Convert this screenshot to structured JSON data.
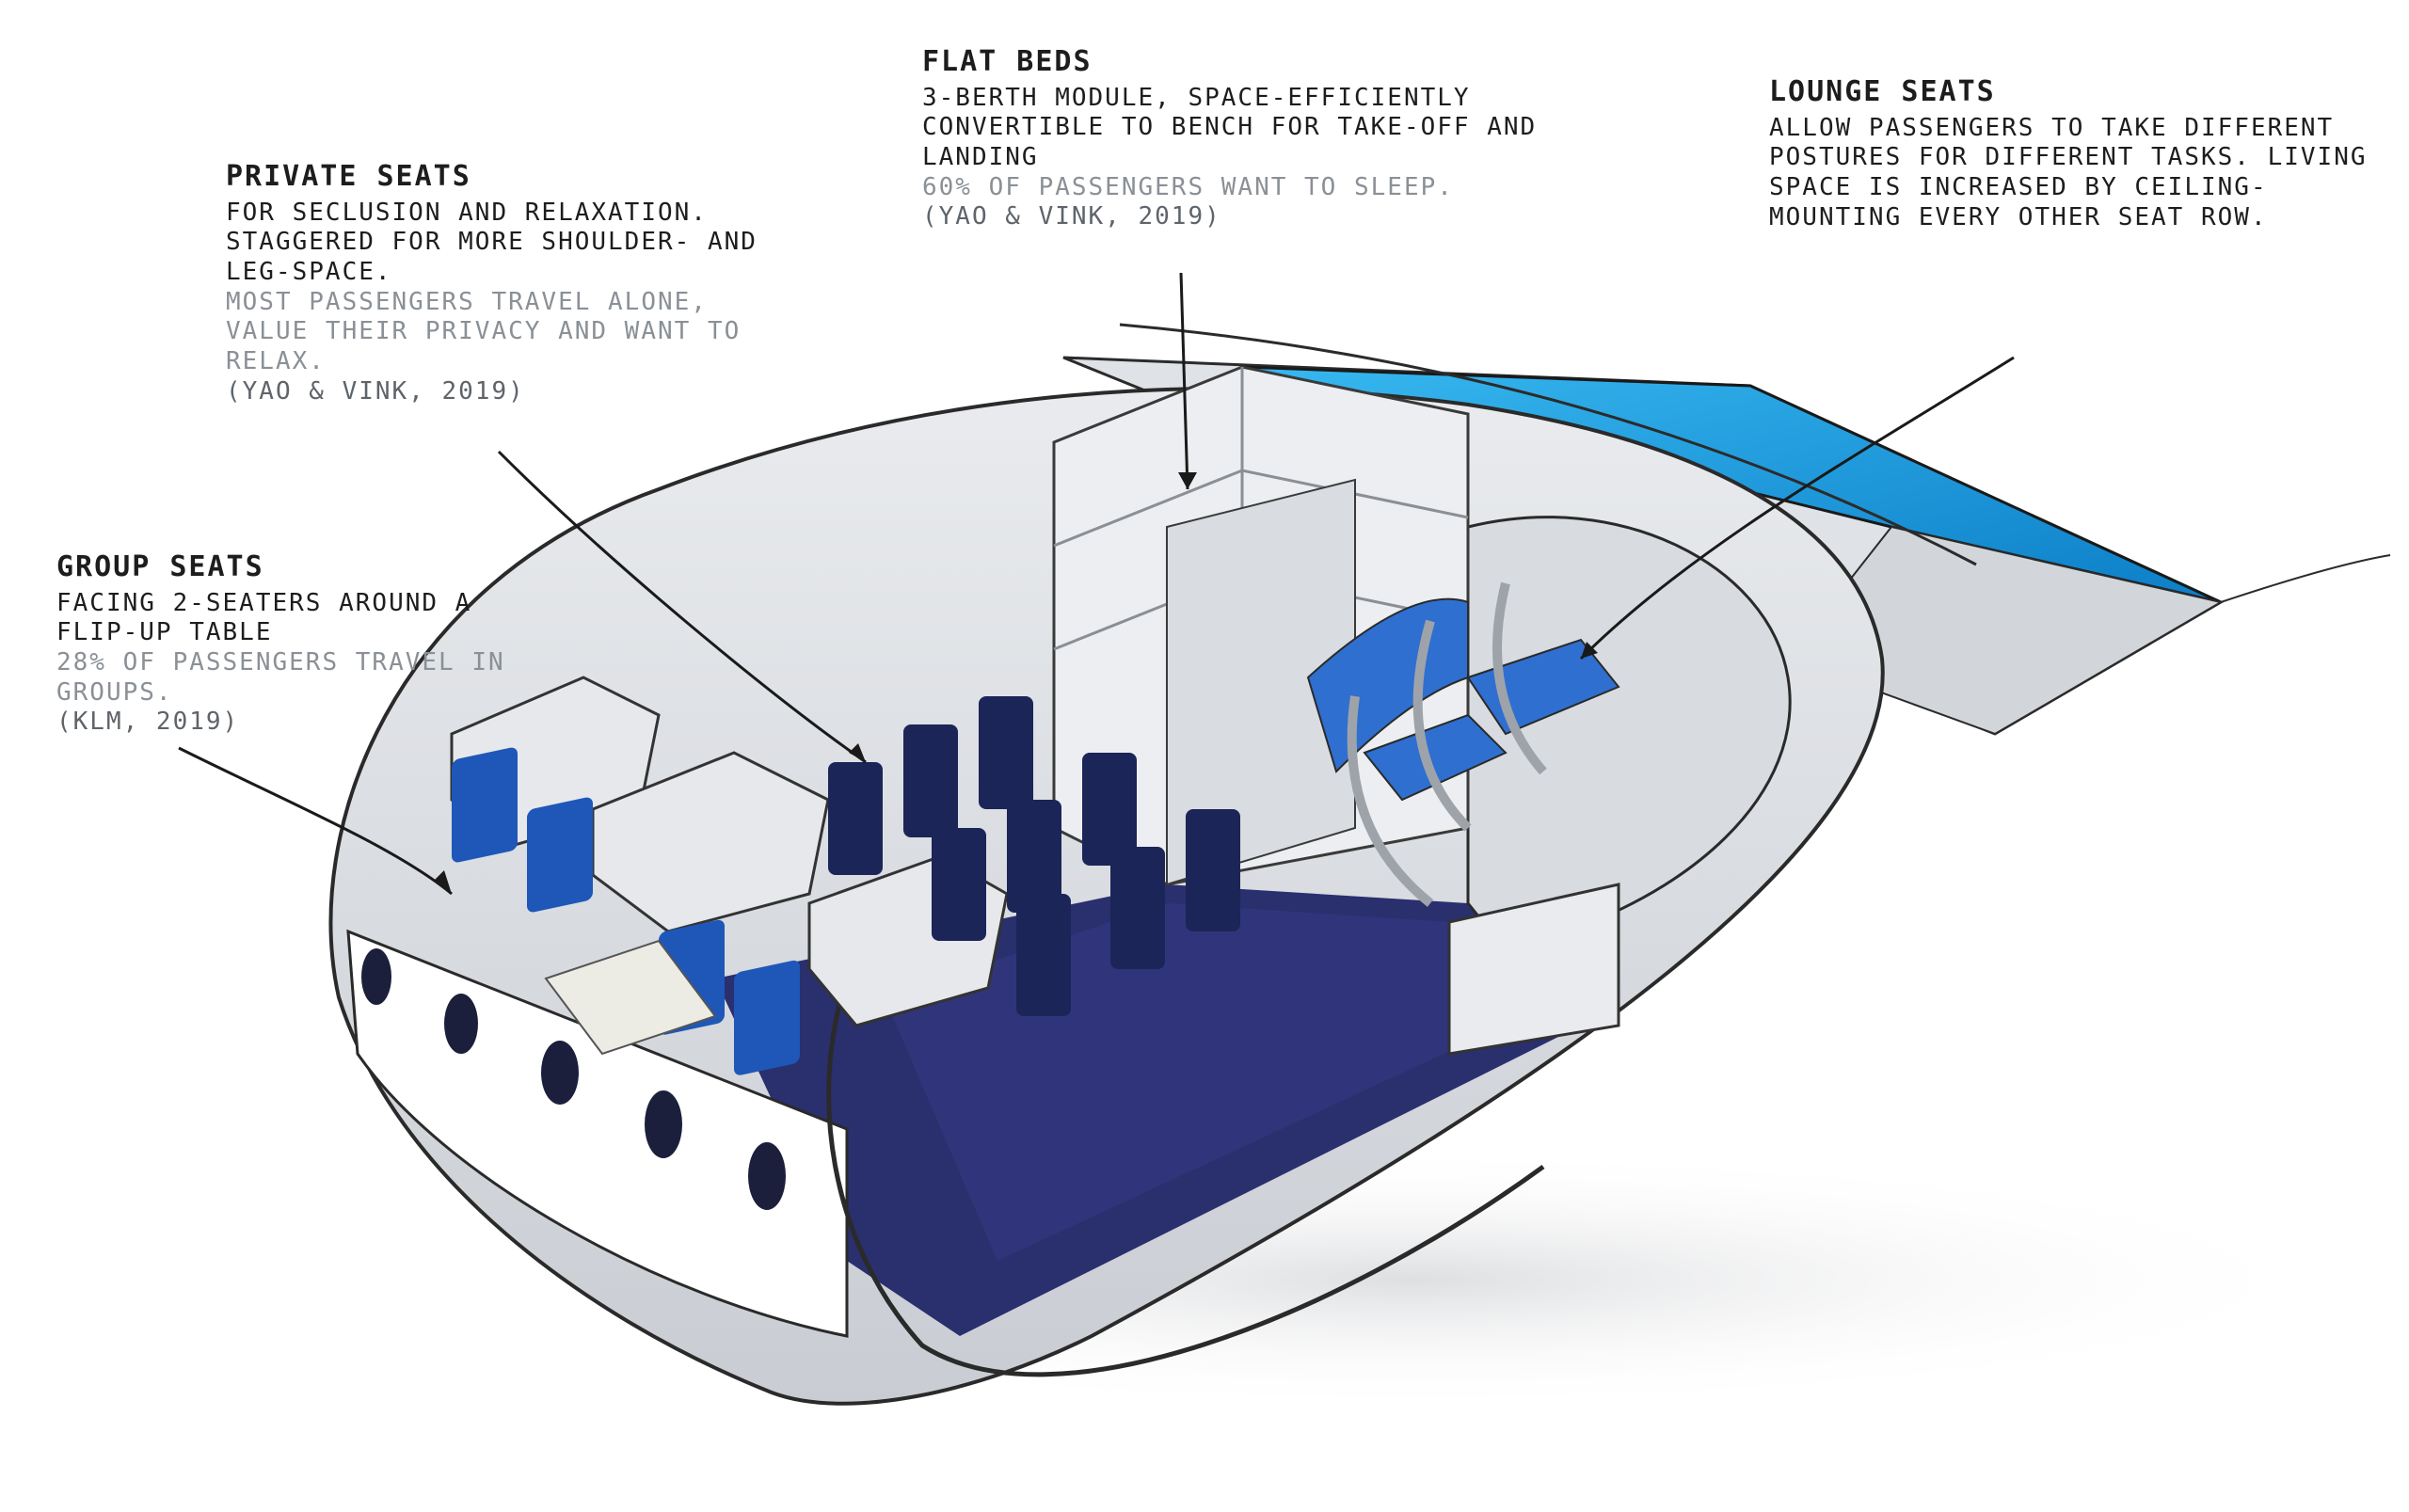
{
  "callouts": {
    "group": {
      "title": "Group seats",
      "body": "Facing 2-seaters around a flip-up table",
      "study": "28% of passengers travel in groups.",
      "cite": "(KLM, 2019)"
    },
    "private": {
      "title": "Private seats",
      "body": "For seclusion and relaxation. Staggered for more shoulder- and leg-space.",
      "study": "Most passengers travel alone, value their privacy and want to relax.",
      "cite": "(Yao & Vink, 2019)"
    },
    "flatbeds": {
      "title": "Flat beds",
      "body": "3-berth module, space-efficiently convertible to bench for take-off and landing",
      "study": "60% of passengers want to sleep.",
      "cite": "(Yao & Vink, 2019)"
    },
    "lounge": {
      "title": "Lounge seats",
      "body": "Allow passengers to take different postures for different tasks. Living space is increased by ceiling-mounting every other seat row."
    }
  },
  "colors": {
    "seat_group": "#1e57b8",
    "seat_private": "#1b2558",
    "seat_lounge": "#2f6fd0",
    "floor": "#2a2f6e",
    "wing_top": "#1aa3e6",
    "fuselage": "#f2f3f5",
    "leader_line": "#1a1a1a"
  }
}
